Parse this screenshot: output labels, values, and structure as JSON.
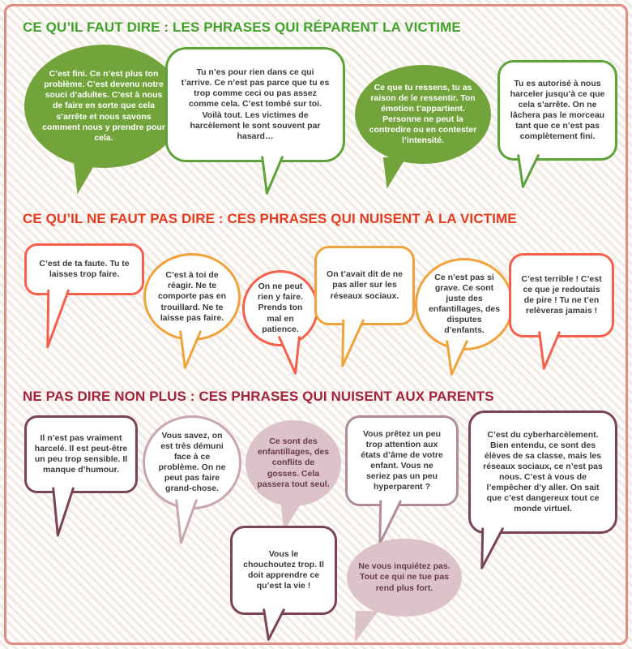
{
  "palette": {
    "frame_border": "#e28d84",
    "background_stripe": "#f1eae2",
    "do_header_green": "#3fa32a",
    "green_fill": "#73a43b",
    "green_outline": "#5ea23a",
    "dont_victim_header_red": "#e7391e",
    "red_outline": "#f4604b",
    "orange_outline": "#f2a23b",
    "dont_parents_header_maroon": "#a32338",
    "plum_outline": "#7b4456",
    "mauve_outline": "#b28b9a",
    "light_mauve_outline": "#c9a6b1",
    "pink_fill": "#dcc3ca",
    "plum_text": "#66394b",
    "body_text": "#3b3b3b"
  },
  "sections": [
    {
      "title": "CE QU’IL FAUT DIRE : LES PHRASES QUI RÉPARENT LA VICTIME",
      "bubbles": [
        {
          "variant": "filled-green",
          "text": "C’est fini. Ce n’est plus ton problème. C’est devenu notre souci d’adultes. C’est à nous de faire en sorte que cela s’arrête et nous savons comment nous y prendre pour cela."
        },
        {
          "variant": "outline-green",
          "text": "Tu n’es pour rien dans ce qui t’arrive. Ce n’est pas parce que tu es trop comme ceci ou pas assez comme cela. C’est tombé sur toi. Voilà tout. Les victimes de harcèlement le sont souvent par hasard…"
        },
        {
          "variant": "filled-green",
          "text": "Ce que tu ressens, tu as raison de le ressentir. Ton émotion t’appartient. Personne ne peut la contredire ou en contester l’intensité."
        },
        {
          "variant": "outline-green",
          "text": "Tu es autorisé à nous harceler jusqu’à ce que cela s’arrête. On ne lâchera pas le morceau tant que ce n’est pas complètement fini."
        }
      ]
    },
    {
      "title": "CE QU’IL NE FAUT PAS DIRE : CES PHRASES QUI NUISENT À LA VICTIME",
      "bubbles": [
        {
          "variant": "outline-red",
          "text": "C’est de ta faute. Tu te laisses trop faire."
        },
        {
          "variant": "outline-orange",
          "text": "C’est à toi de réagir. Ne te comporte pas en trouillard. Ne te laisse pas faire."
        },
        {
          "variant": "outline-red",
          "text": "On ne peut rien y faire. Prends ton mal en patience."
        },
        {
          "variant": "outline-orange",
          "text": "On t’avait dit de ne pas aller sur les réseaux sociaux."
        },
        {
          "variant": "outline-orange",
          "text": "Ce n’est pas si grave. Ce sont juste des enfantillages, des disputes d’enfants."
        },
        {
          "variant": "outline-red",
          "text": "C’est terrible ! C’est ce que je redoutais de pire ! Tu ne t’en relèveras jamais !"
        }
      ]
    },
    {
      "title": "NE PAS DIRE NON PLUS : CES PHRASES QUI NUISENT AUX PARENTS",
      "bubbles": [
        {
          "variant": "outline-plum",
          "text": "Il n’est pas vraiment harcelé. Il est peut-être un peu trop sensible. Il manque d’humour."
        },
        {
          "variant": "outline-light-mauve",
          "text": "Vous savez, on est très démuni face à ce problème. On ne peut pas faire grand-chose."
        },
        {
          "variant": "filled-pink",
          "text": "Ce sont des enfantillages, des conflits de gosses. Cela passera tout seul."
        },
        {
          "variant": "outline-mauve",
          "text": "Vous prêtez un peu trop attention aux états d’âme de votre enfant. Vous ne seriez pas un peu hyperparent ?"
        },
        {
          "variant": "outline-plum",
          "text": "C’est du cyberharcèlement. Bien entendu, ce sont des élèves de sa classe, mais les réseaux sociaux, ce n’est pas nous. C’est à vous de l’empêcher d’y aller. On sait que c’est dangereux tout ce monde virtuel."
        },
        {
          "variant": "outline-plum",
          "text": "Vous le chouchoutez trop. Il doit apprendre ce qu’est la vie !"
        },
        {
          "variant": "filled-pink",
          "text": "Ne vous inquiétez pas. Tout ce qui ne tue pas rend plus fort."
        }
      ]
    }
  ]
}
